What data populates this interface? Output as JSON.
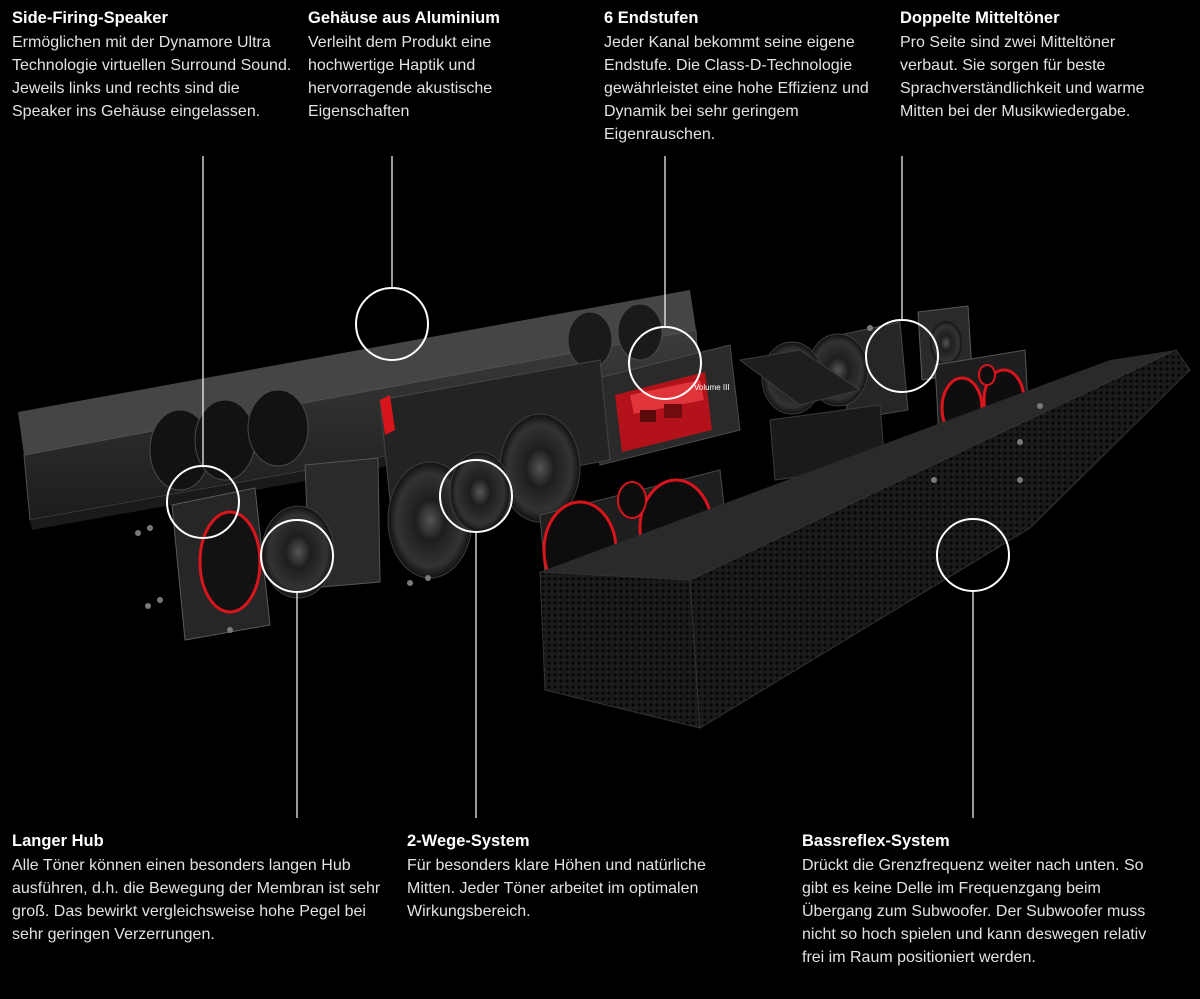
{
  "features": [
    {
      "id": "side-firing-speaker",
      "title": "Side-Firing-Speaker",
      "text": "Ermöglichen mit der Dynamore Ultra Technologie virtuellen Surround Sound. Jeweils links und rechts sind die Speaker ins Gehäuse eingelassen."
    },
    {
      "id": "gehaeuse-aluminium",
      "title": "Gehäuse aus Aluminium",
      "text": "Verleiht dem Produkt eine hochwertige Haptik und hervorragende akustische Eigenschaften"
    },
    {
      "id": "endstufen",
      "title": "6 Endstufen",
      "text": "Jeder Kanal bekommt seine eigene Endstufe. Die Class-D-Technologie gewährleistet eine hohe Effizienz und Dynamik bei sehr geringem Eigenrauschen."
    },
    {
      "id": "doppelte-mitteltoener",
      "title": "Doppelte Mitteltöner",
      "text": "Pro Seite sind zwei Mitteltöner verbaut. Sie sorgen für beste Sprachverständlichkeit und warme Mitten bei der Musikwiedergabe."
    },
    {
      "id": "langer-hub",
      "title": "Langer Hub",
      "text": "Alle Töner können einen besonders langen Hub ausführen, d.h. die Bewegung der Membran ist sehr groß. Das bewirkt vergleichsweise hohe Pegel bei sehr geringen Verzerrungen."
    },
    {
      "id": "zwei-wege-system",
      "title": "2-Wege-System",
      "text": "Für besonders klare Höhen und natürliche Mitten. Jeder Töner arbeitet im optimalen Wirkungsbereich."
    },
    {
      "id": "bassreflex-system",
      "title": "Bassreflex-System",
      "text": "Drückt die Grenzfrequenz weiter nach unten. So gibt es keine Delle im Frequenzgang beim Übergang zum Subwoofer. Der Subwoofer muss nicht so hoch spielen und kann deswegen relativ frei im Raum positioniert werden."
    }
  ],
  "pcb_label": "Volume III",
  "colors": {
    "background": "#000000",
    "accent": "#d8141c",
    "callout": "#ffffff"
  }
}
